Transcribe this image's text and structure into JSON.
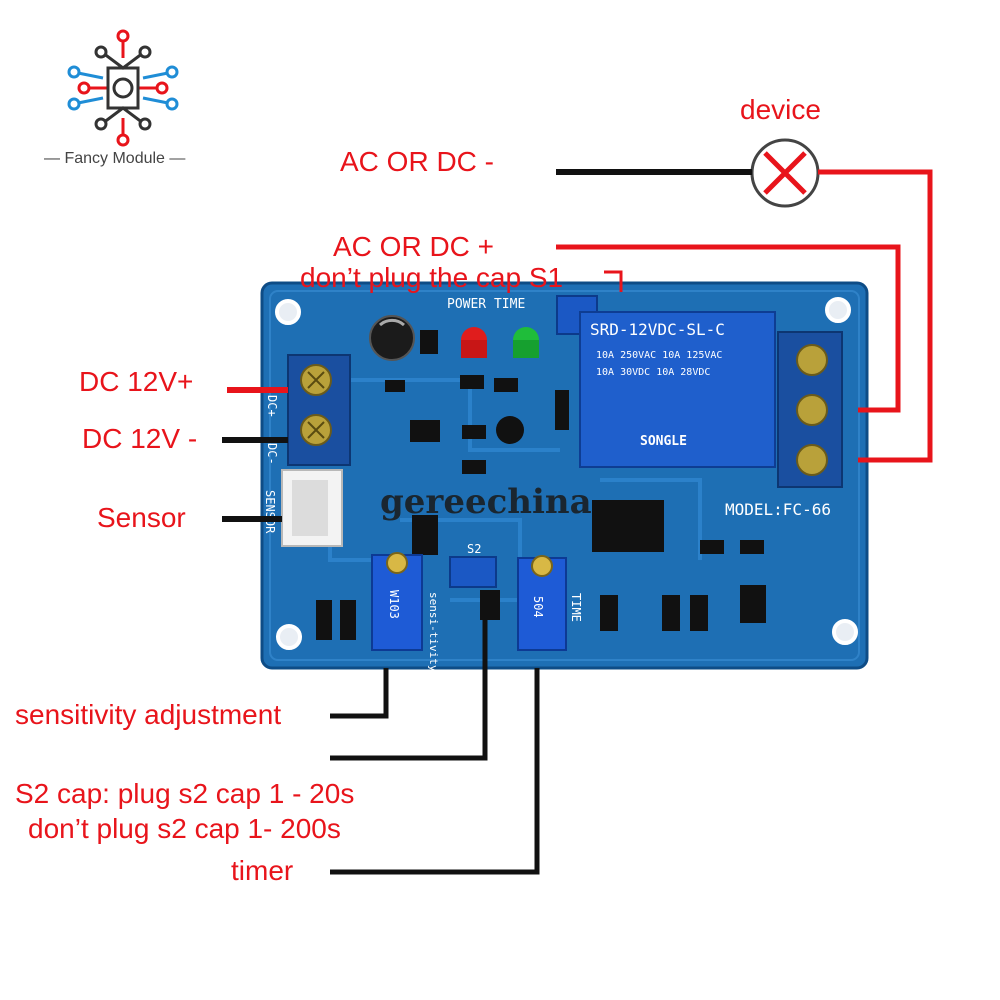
{
  "logo": {
    "brand": "Fancy Module",
    "icon": "circuit-node-icon",
    "colors": {
      "red": "#e8141b",
      "blue": "#1f8dd6",
      "dark": "#333333"
    }
  },
  "labels": {
    "device": "device",
    "ac_dc_minus": "AC OR DC -",
    "ac_dc_plus": "AC OR DC +",
    "s1_note": "don’t plug the cap S1",
    "dc_12v_plus": "DC 12V+",
    "dc_12v_minus": "DC 12V -",
    "sensor": "Sensor",
    "sensitivity": "sensitivity  adjustment",
    "s2_line1": "S2 cap: plug s2 cap 1 - 20s",
    "s2_line2": "don’t plug s2 cap  1- 200s",
    "timer": "timer"
  },
  "board": {
    "power_time": "POWER TIME",
    "relay_model": "SRD-12VDC-SL-C",
    "relay_spec1": "10A 250VAC  10A 125VAC",
    "relay_spec2": "10A 30VDC  10A 28VDC",
    "relay_brand": "SONGLE",
    "model": "MODEL:FC-66",
    "dc_plus": "DC+",
    "dc_minus": "DC-",
    "sensor_silk": "SENSOR",
    "sens_silk": "sensi-tivity",
    "time_silk": "TIME",
    "s2_silk": "S2",
    "pot1_code": "W103",
    "pot2_code": "504",
    "board_color": "#1e6fb4"
  },
  "watermark": "gereechina",
  "colors": {
    "label": "#e8141b",
    "wire_red": "#e8141b",
    "wire_black": "#111111"
  }
}
